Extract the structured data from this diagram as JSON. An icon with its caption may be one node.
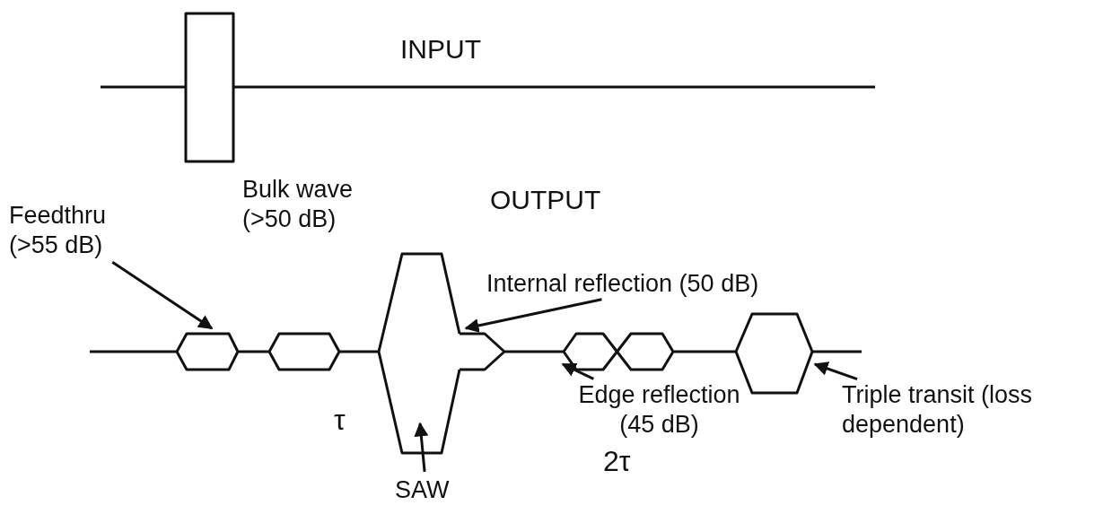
{
  "diagram": {
    "nodes": [
      {
        "text": [
          "Feedthru (>55 dB)"
        ]
      },
      {
        "text": [
          "SAW"
        ]
      },
      {
        "text": [
          "Internal reflection (50 dB)"
        ]
      },
      {
        "text": [
          "Edge reflection (45 dB)"
        ]
      },
      {
        "text": [
          "Triple transit (loss dependent)"
        ]
      }
    ],
    "edges": [
      {
        "from": 0,
        "to": null,
        "arrow": "to"
      },
      {
        "from": 1,
        "to": null,
        "arrow": "to"
      },
      {
        "from": 2,
        "to": null,
        "arrow": "to"
      },
      {
        "from": 3,
        "to": null,
        "arrow": "to"
      },
      {
        "from": 4,
        "to": null,
        "arrow": "to"
      }
    ],
    "labels": [
      "INPUT",
      "OUTPUT",
      "Bulk wave (>50 dB)",
      "τ",
      "2τ"
    ]
  }
}
